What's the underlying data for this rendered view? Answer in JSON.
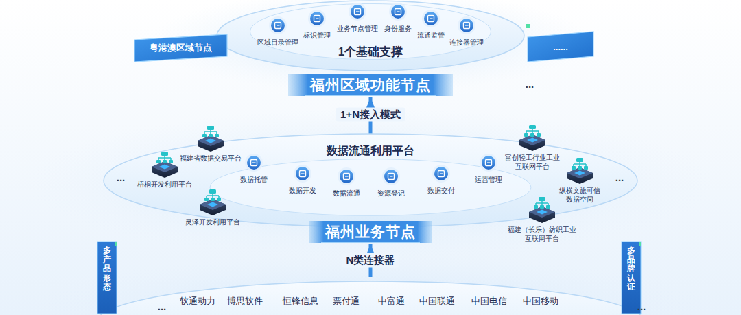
{
  "diagram": {
    "nodes": [
      {
        "text": [
          "1个基础支撑"
        ]
      },
      {
        "text": [
          "福州区域功能节点"
        ]
      },
      {
        "text": [
          "粤港澳区域节点"
        ]
      },
      {
        "text": [
          "......"
        ]
      },
      {
        "text": [
          "数据流通利用平台"
        ]
      },
      {
        "text": [
          "福州业务节点"
        ]
      },
      {
        "text": [
          "软通动力",
          "博思软件",
          "恒锋信息",
          "票付通",
          "中富通",
          "中国联通",
          "中国电信",
          "中国移动"
        ]
      },
      {
        "text": [
          "多产品形态"
        ]
      },
      {
        "text": [
          "多品牌认证"
        ]
      }
    ],
    "edges": [
      {
        "from": 5,
        "to": 1,
        "arrow": "to",
        "label": "1+N接入模式"
      },
      {
        "from": 6,
        "to": 5,
        "arrow": "to",
        "label": "N类连接器"
      }
    ],
    "labels": [
      "区域目录管理",
      "标识管理",
      "业务节点管理",
      "身份服务",
      "流通监管",
      "连接器管理",
      "...",
      "数据托管",
      "数据开发",
      "数据流通",
      "资源登记",
      "数据交付",
      "运营管理",
      "福建省数据交易平台",
      "梧桐开发利用平台",
      "灵泽开发利用平台",
      "富创轻工行业工业互联网平台",
      "纵横文旅可信数据空间",
      "福建（长乐）纺织工业互联网平台",
      "...",
      "...",
      "...",
      "..."
    ]
  }
}
